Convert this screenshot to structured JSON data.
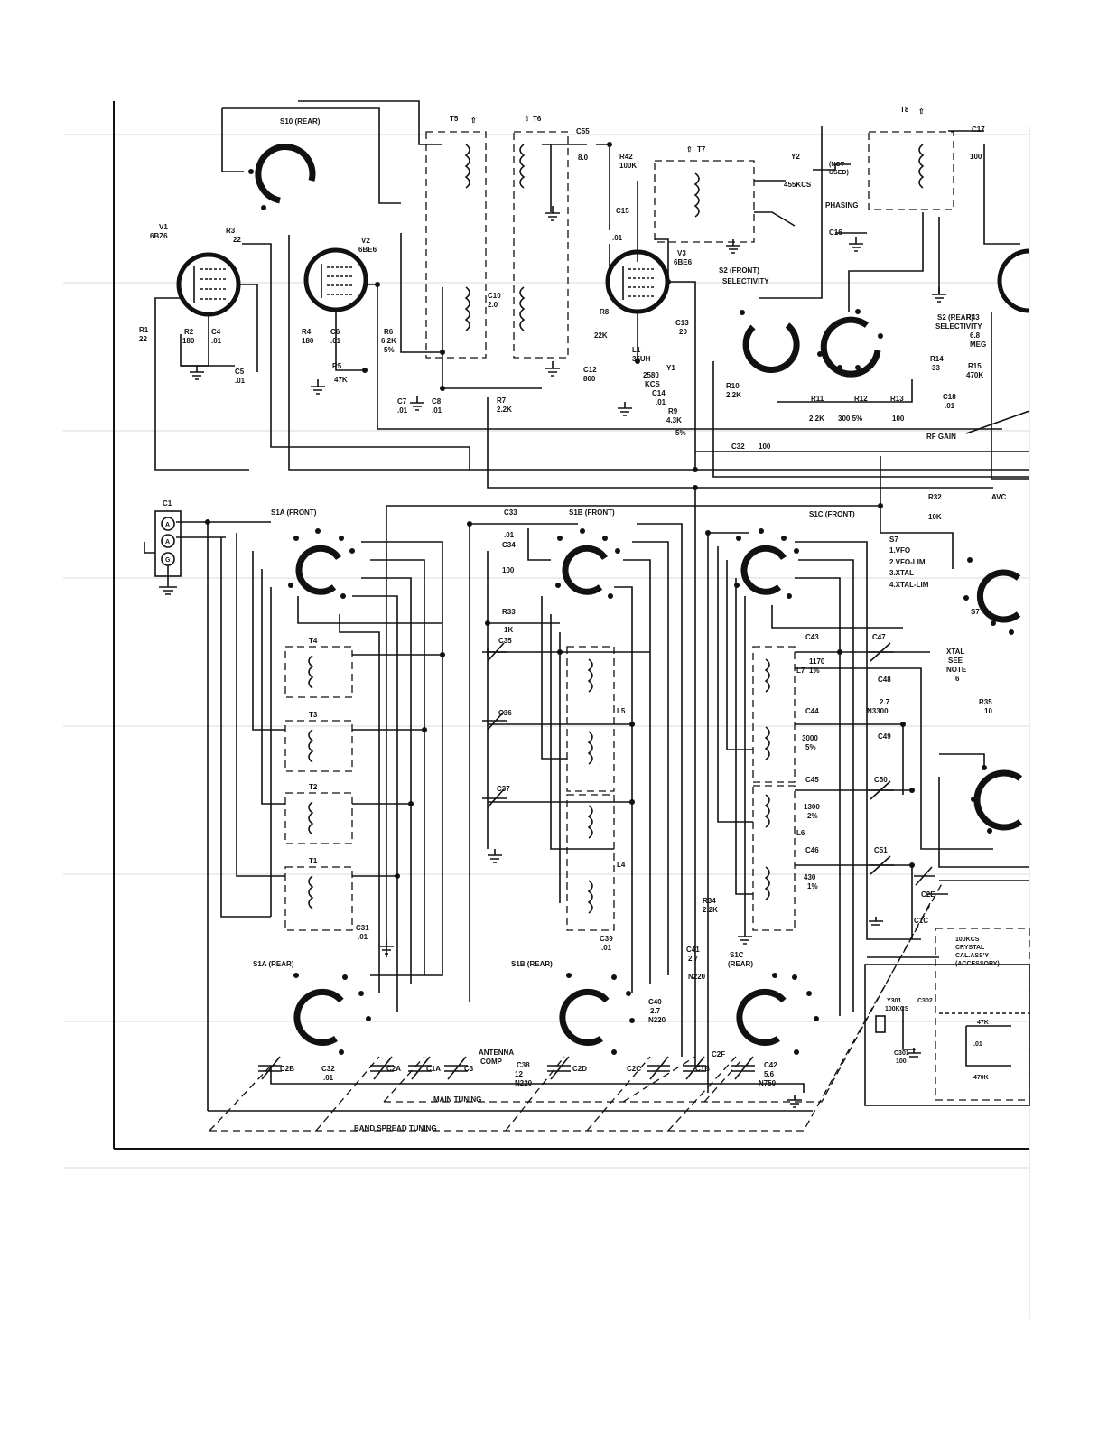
{
  "tubes": [
    {
      "ref": "V1",
      "type": "6BZ6"
    },
    {
      "ref": "V2",
      "type": "6BE6"
    },
    {
      "ref": "V3",
      "type": "6BE6"
    }
  ],
  "switches": {
    "s1a_front": "S1A (FRONT)",
    "s1b_front": "S1B (FRONT)",
    "s1c_front": "S1C (FRONT)",
    "s1a_rear": "S1A (REAR)",
    "s1b_rear": "S1B (REAR)",
    "s1c_rear": "S1C (REAR)",
    "s10_rear": "S10 (REAR)",
    "s2_front": "S2 (FRONT)",
    "s2_rear": "S2 (REAR)",
    "selectivity": "SELECTIVITY",
    "s7": "S7",
    "s7_options": [
      "1.VFO",
      "2.VFO-LIM",
      "3.XTAL",
      "4.XTAL-LIM"
    ]
  },
  "transformers": {
    "t5": "T5",
    "t6": "T6",
    "t7": "T7",
    "t8": "T8",
    "t4": "T4",
    "t3": "T3",
    "t2": "T2",
    "t1": "T1",
    "l5": "L5",
    "l6": "L6",
    "l7": "L7",
    "l4": "L4"
  },
  "components": {
    "r3": [
      "R3",
      "22"
    ],
    "r1": [
      "R1",
      "22"
    ],
    "r2": [
      "R2",
      "180"
    ],
    "c4": [
      "C4",
      ".01"
    ],
    "c5": [
      "C5",
      ".01"
    ],
    "r4": [
      "R4",
      "180"
    ],
    "c6": [
      "C6",
      ".01"
    ],
    "r5": [
      "R5",
      "47K"
    ],
    "r6": [
      "R6",
      "6.2K",
      "5%"
    ],
    "c7": [
      "C7",
      ".01"
    ],
    "c8": [
      "C8",
      ".01"
    ],
    "r7": [
      "R7",
      "2.2K"
    ],
    "c10": [
      "C10",
      "2.0"
    ],
    "c55": [
      "C55",
      "8.0"
    ],
    "r42": [
      "R42",
      "100K"
    ],
    "c15": [
      "C15",
      ".01"
    ],
    "r8": [
      "R8",
      "22K"
    ],
    "l1": [
      "L1",
      "35UH"
    ],
    "y1": [
      "Y1",
      "2580",
      "KCS"
    ],
    "c12": [
      "C12",
      "860"
    ],
    "c13": [
      "C13",
      "20"
    ],
    "c14": [
      "C14",
      ".01"
    ],
    "r9": [
      "R9",
      "4.3K",
      "5%"
    ],
    "r10": [
      "R10",
      "2.2K"
    ],
    "y2": [
      "Y2",
      "455KCS"
    ],
    "not_used": [
      "(NOT",
      "USED)"
    ],
    "phasing": "PHASING",
    "c16": "C16",
    "c17": [
      "C17",
      "100"
    ],
    "r11": [
      "R11",
      "2.2K"
    ],
    "r12": [
      "R12",
      "300 5%"
    ],
    "r13": [
      "R13",
      "100"
    ],
    "r14": [
      "R14",
      "33"
    ],
    "r43": [
      "R43",
      "6.8",
      "MEG"
    ],
    "r15": [
      "R15",
      "470K"
    ],
    "c18": [
      "C18",
      ".01"
    ],
    "rf_gain": "RF GAIN",
    "c32a": [
      "C32",
      "100"
    ],
    "r32": [
      "R32",
      "10K"
    ],
    "avc": "AVC",
    "c1": "C1",
    "ant_a": "A",
    "ant_a2": "A",
    "ant_g": "G",
    "c33": [
      "C33",
      ".01"
    ],
    "c34": [
      "C34",
      "100"
    ],
    "r33": [
      "R33",
      "1K"
    ],
    "c35": "C35",
    "c36": "C36",
    "c37": "C37",
    "c43": [
      "C43",
      "1170",
      "1%"
    ],
    "c47": "C47",
    "c48": [
      "C48",
      "2.7",
      "N3300"
    ],
    "c44": [
      "C44",
      "3000",
      "5%"
    ],
    "c49": "C49",
    "c45": [
      "C45",
      "1300",
      "2%"
    ],
    "c50": "C50",
    "c46": [
      "C46",
      "430",
      "1%"
    ],
    "c51": "C51",
    "xtal": [
      "XTAL",
      "SEE",
      "NOTE",
      "6"
    ],
    "r35": [
      "R35",
      "10"
    ],
    "r34": [
      "R34",
      "2.2K"
    ],
    "c39": [
      "C39",
      ".01"
    ],
    "c41": [
      "C41",
      "2.7",
      "N220"
    ],
    "c40": [
      "C40",
      "2.7",
      "N220"
    ],
    "c31": [
      "C31",
      ".01"
    ],
    "c32b": [
      "C32",
      ".01"
    ],
    "c2b": "C2B",
    "c2a": "C2A",
    "c1a": "C1A",
    "c3": "C3",
    "antenna_comp": [
      "ANTENNA",
      "COMP"
    ],
    "c38": [
      "C38",
      "12",
      "N220"
    ],
    "c2d": "C2D",
    "c2c": "C2C",
    "c1b": "C1B",
    "c2f": "C2F",
    "c42": [
      "C42",
      "5.6",
      "N750"
    ],
    "c2e": "C2E",
    "c1c": "C1C",
    "crystal_cal": [
      "100KCS",
      "CRYSTAL",
      "CAL.ASS'Y",
      "(ACCESSORY)"
    ],
    "y301": [
      "Y301",
      "100KCS"
    ],
    "c302": "C302",
    "c301": [
      "C301",
      "100"
    ],
    "r_47k": "47K",
    "c_01": ".01",
    "r_470k": "470K"
  },
  "tuning": {
    "main": "MAIN TUNING",
    "band_spread": "BAND SPREAD TUNING"
  }
}
